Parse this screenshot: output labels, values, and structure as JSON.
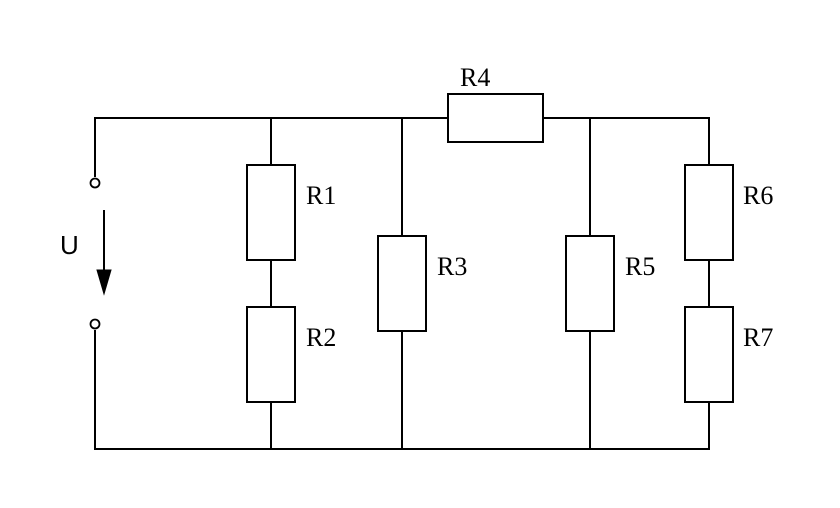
{
  "diagram": {
    "source_label": "U",
    "resistors": {
      "r1": "R1",
      "r2": "R2",
      "r3": "R3",
      "r4": "R4",
      "r5": "R5",
      "r6": "R6",
      "r7": "R7"
    }
  }
}
